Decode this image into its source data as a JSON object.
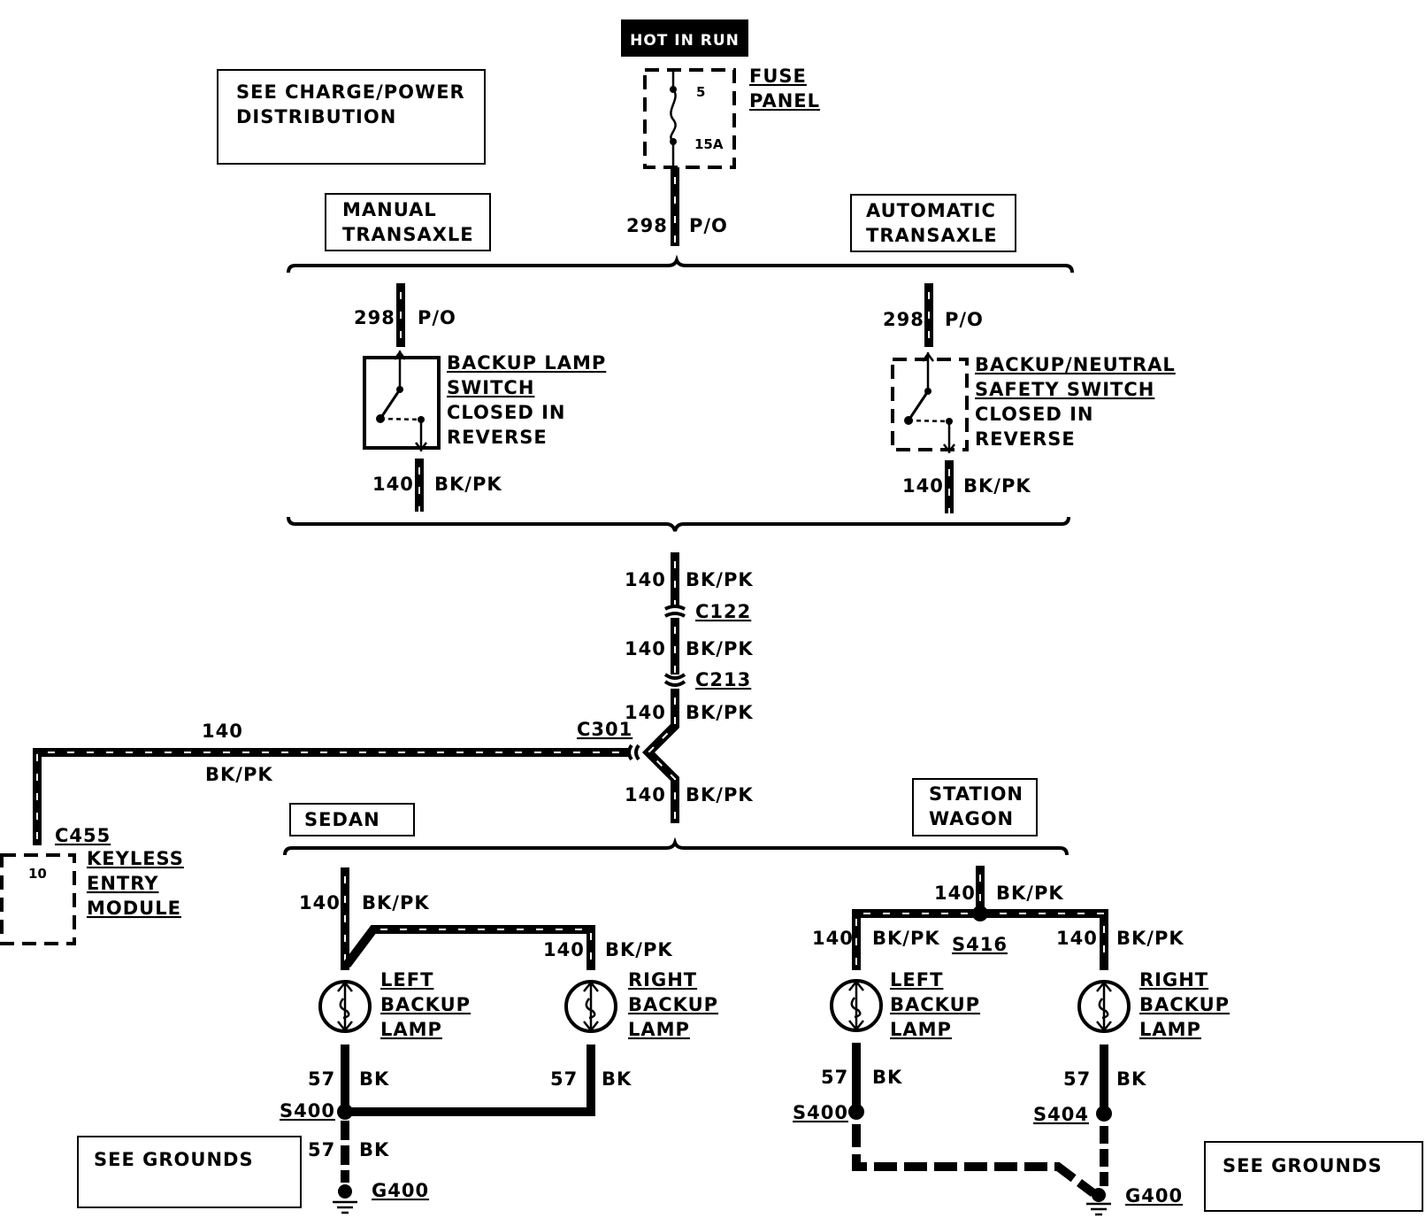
{
  "header": {
    "hot_in_run": "HOT IN RUN"
  },
  "fuse": {
    "label_1": "FUSE",
    "label_2": "PANEL",
    "number": "5",
    "rating": "15A"
  },
  "notes": {
    "charge_power_1": "SEE CHARGE/POWER",
    "charge_power_2": "DISTRIBUTION",
    "grounds_left": "SEE GROUNDS",
    "grounds_right": "SEE GROUNDS"
  },
  "variants": {
    "manual_1": "MANUAL",
    "manual_2": "TRANSAXLE",
    "automatic_1": "AUTOMATIC",
    "automatic_2": "TRANSAXLE",
    "sedan": "SEDAN",
    "wagon_1": "STATION",
    "wagon_2": "WAGON"
  },
  "switches": {
    "manual": {
      "line1": "BACKUP LAMP",
      "line2": "SWITCH",
      "line3": "CLOSED IN",
      "line4": "REVERSE"
    },
    "auto": {
      "line1": "BACKUP/NEUTRAL",
      "line2": "SAFETY SWITCH",
      "line3": "CLOSED IN",
      "line4": "REVERSE"
    }
  },
  "module": {
    "line1": "KEYLESS",
    "line2": "ENTRY",
    "line3": "MODULE",
    "pin": "10"
  },
  "lamps": {
    "left_1": "LEFT",
    "right_1": "RIGHT",
    "line2": "BACKUP",
    "line3": "LAMP"
  },
  "wires": {
    "c298": "298",
    "color_po": "P/O",
    "c140": "140",
    "color_bkpk": "BK/PK",
    "c57": "57",
    "color_bk": "BK"
  },
  "connectors": {
    "c122": "C122",
    "c213": "C213",
    "c301": "C301",
    "c455": "C455"
  },
  "splices": {
    "s400": "S400",
    "s404": "S404",
    "s416": "S416"
  },
  "grounds": {
    "g400": "G400"
  }
}
